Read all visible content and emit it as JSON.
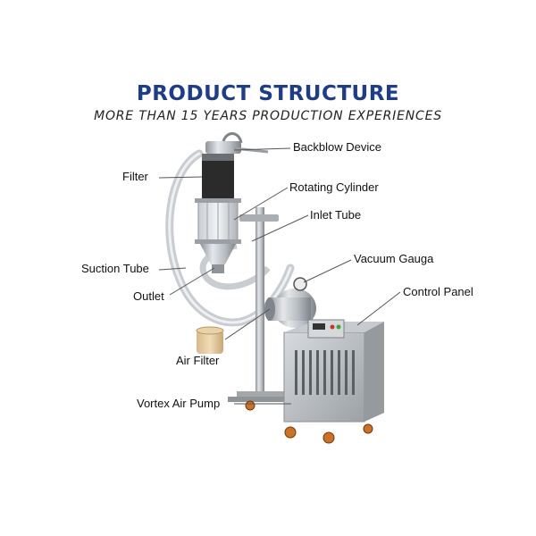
{
  "header": {
    "title": "PRODUCT STRUCTURE",
    "subtitle": "MORE THAN 15 YEARS PRODUCTION EXPERIENCES"
  },
  "labels": {
    "backblow_device": "Backblow Device",
    "filter": "Filter",
    "rotating_cylinder": "Rotating Cylinder",
    "inlet_tube": "Inlet Tube",
    "suction_tube": "Suction Tube",
    "vacuum_gauga": "Vacuum Gauga",
    "outlet": "Outlet",
    "control_panel": "Control Panel",
    "air_filter": "Air Filter",
    "vortex_air_pump": "Vortex Air Pump"
  },
  "colors": {
    "title": "#1c3c8c",
    "steel": "#b9bec4",
    "wheel": "#d07020",
    "leader": "#555555"
  }
}
